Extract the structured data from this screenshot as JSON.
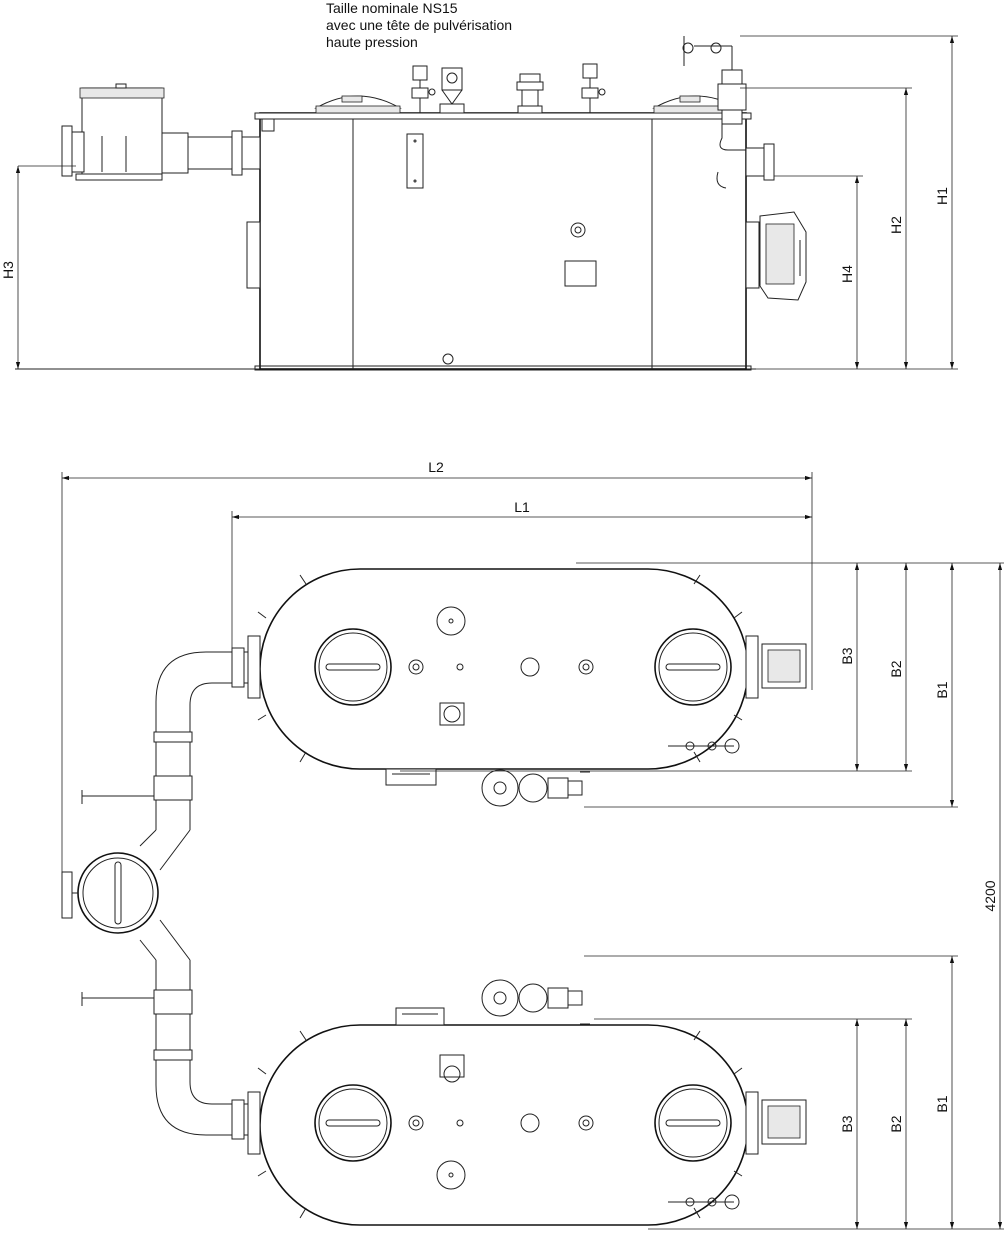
{
  "note": {
    "line1": "Taille nominale NS15",
    "line2": "avec une tête de pulvérisation",
    "line3": "haute pression"
  },
  "dimensions": {
    "H1": "H1",
    "H2": "H2",
    "H3": "H3",
    "H4": "H4",
    "L1": "L1",
    "L2": "L2",
    "B1": "B1",
    "B2": "B2",
    "B3": "B3",
    "width_total": "4200"
  },
  "colors": {
    "line": "#222222",
    "background": "#ffffff"
  }
}
